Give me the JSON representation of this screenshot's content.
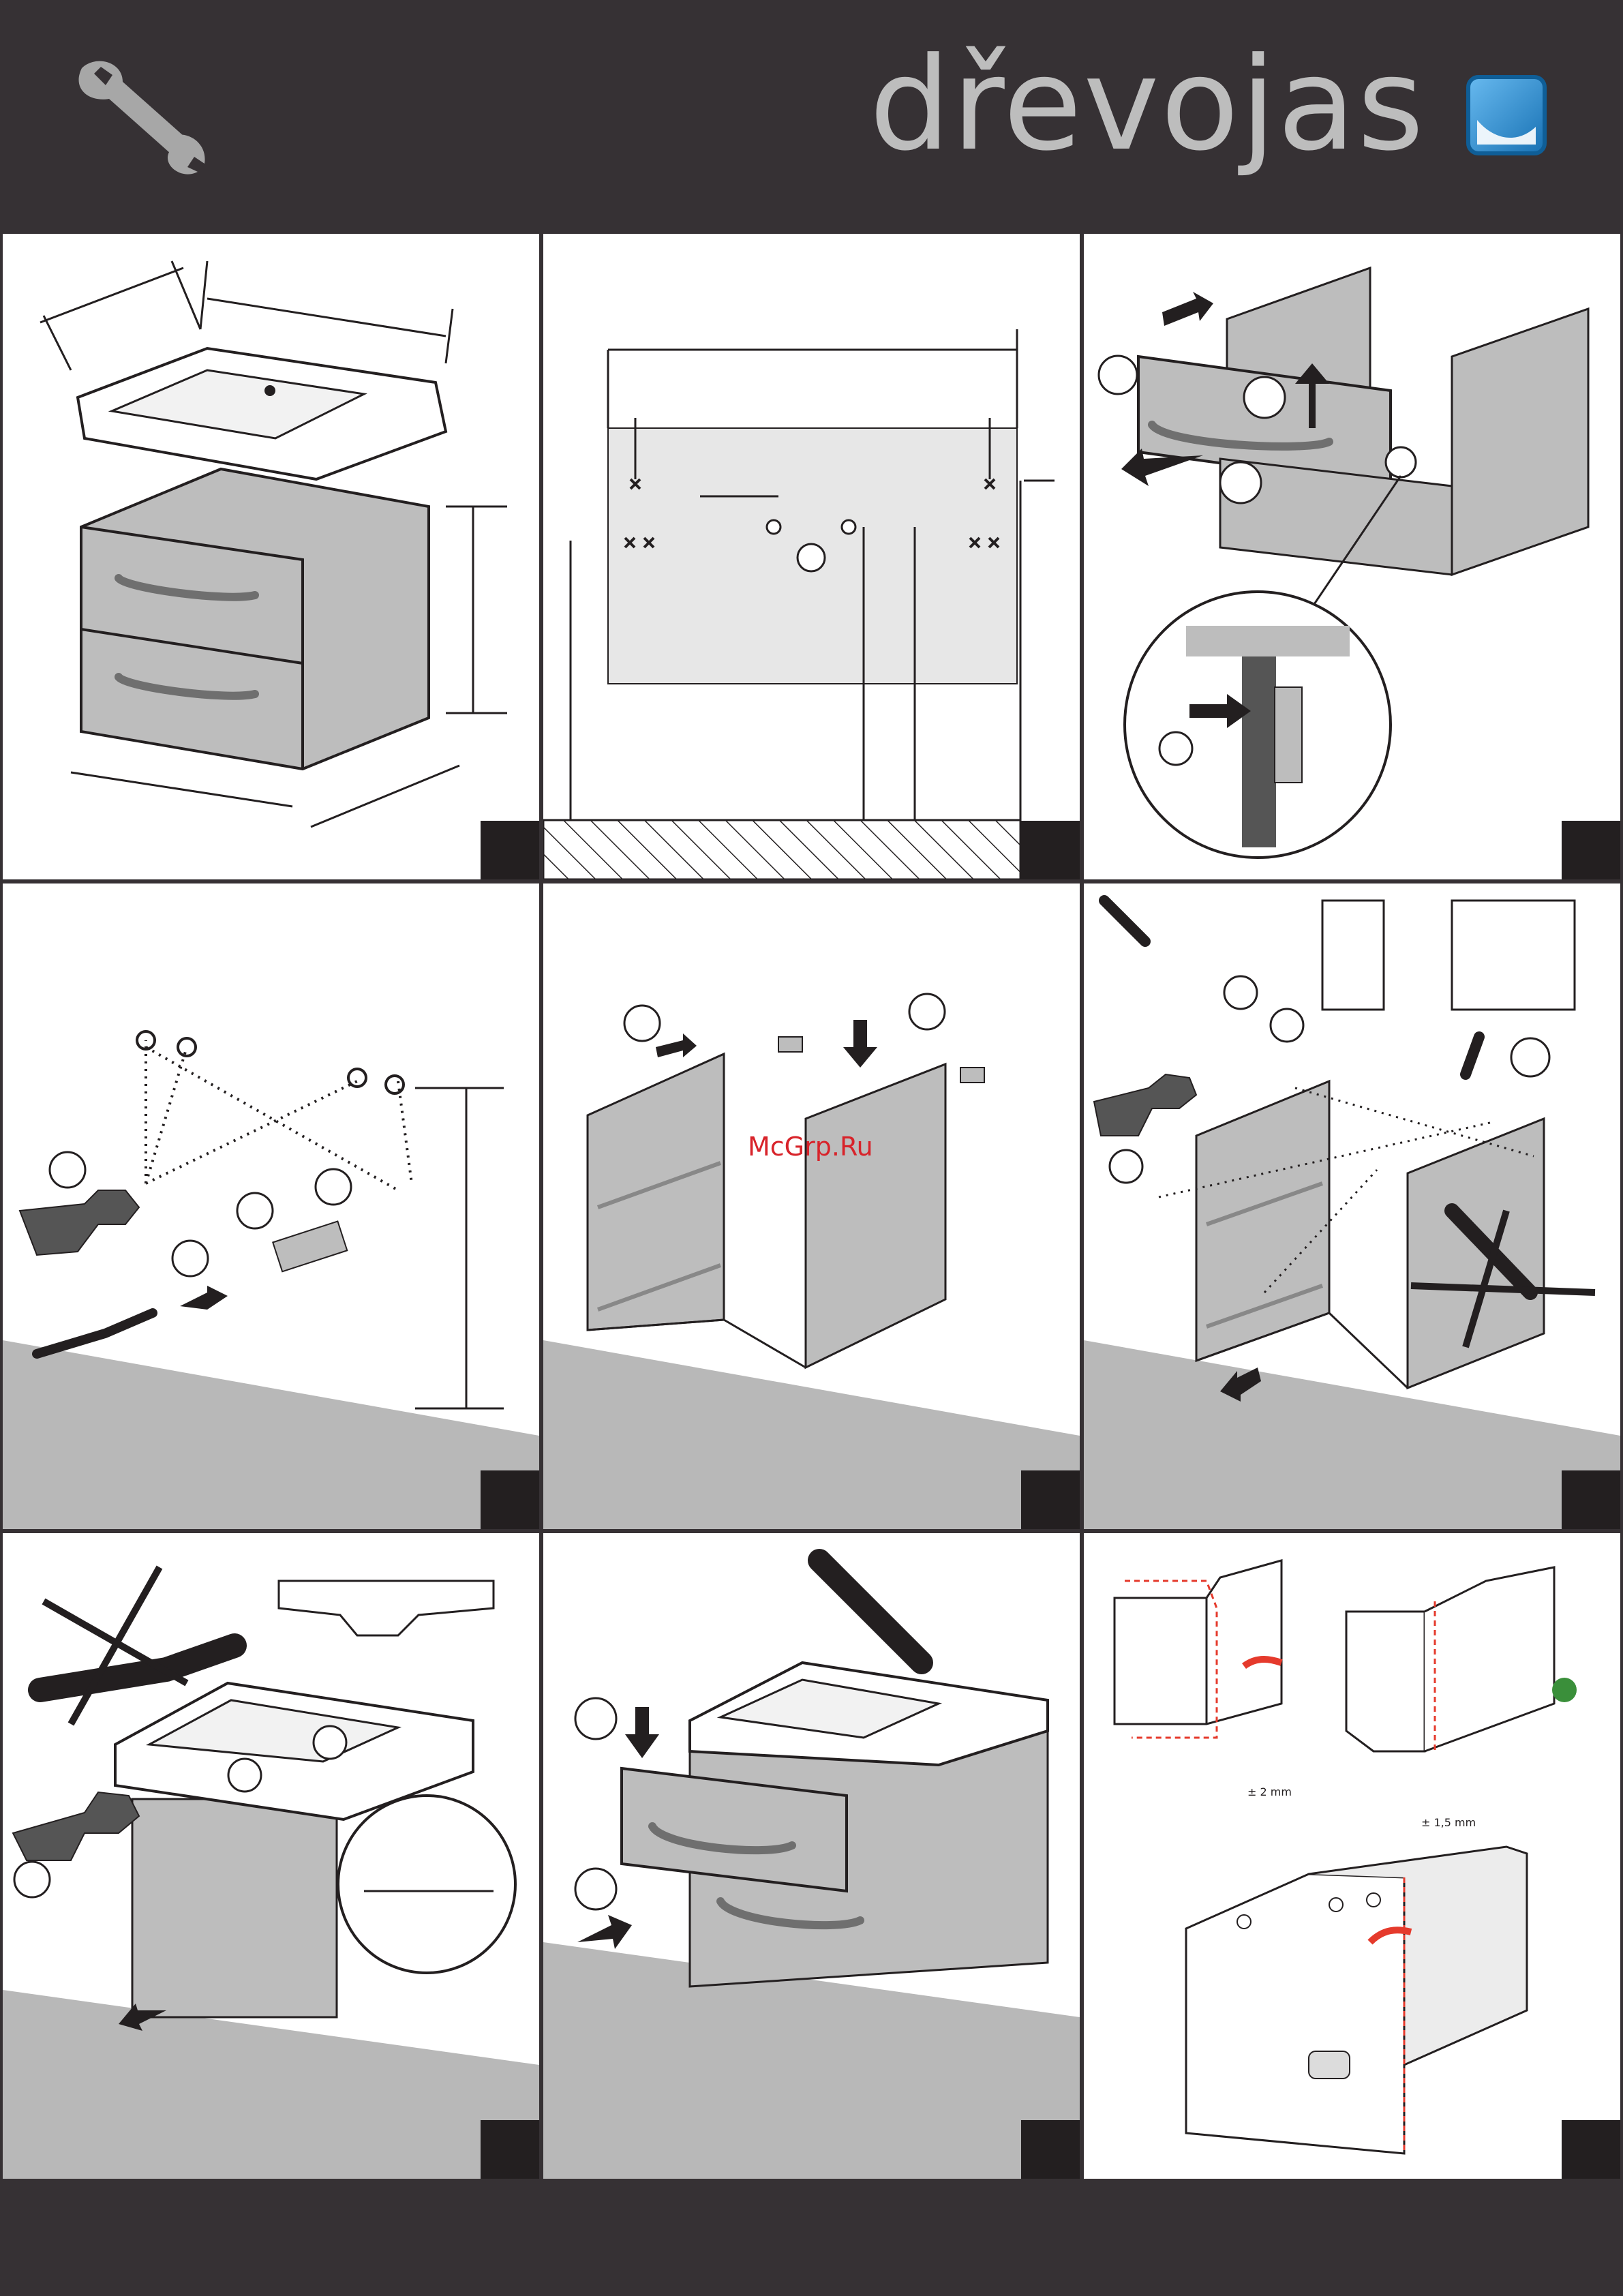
{
  "header": {
    "brand": "dřevojas",
    "icons": [
      "wrench-icon",
      "drevojas-logo-icon"
    ]
  },
  "watermark": "McGrp.Ru",
  "colors": {
    "frame": "#363134",
    "cabinet": "#bdbdbd",
    "floor": "#b8b8b8",
    "tab": "#231f20",
    "watermark": "#d8232a",
    "accent_red": "#e53a2c"
  },
  "panels": [
    {
      "id": 1,
      "scene": "basin-and-cabinet-dimensions"
    },
    {
      "id": 2,
      "scene": "wall-drilling-layout"
    },
    {
      "id": 3,
      "scene": "drawer-removal"
    },
    {
      "id": 4,
      "scene": "drilling-and-anchoring"
    },
    {
      "id": 5,
      "scene": "mounting-brackets"
    },
    {
      "id": 6,
      "scene": "hanging-cabinet"
    },
    {
      "id": 7,
      "scene": "basin-mounting"
    },
    {
      "id": 8,
      "scene": "drawer-insertion"
    },
    {
      "id": 9,
      "scene": "drawer-adjustment"
    }
  ],
  "adjustments": {
    "side": "± 2 mm",
    "height": "± 1,5 mm"
  }
}
